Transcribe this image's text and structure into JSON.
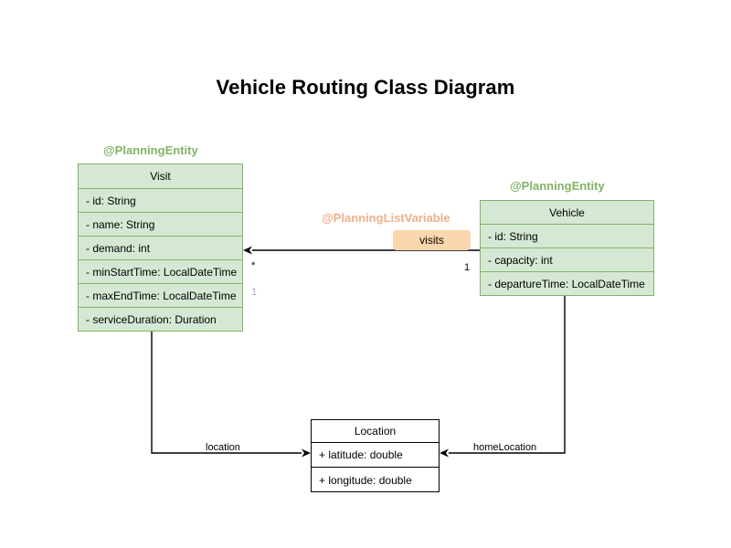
{
  "diagram": {
    "title": "Vehicle Routing Class Diagram",
    "colors": {
      "entity_fill": "#d5e8d4",
      "entity_border": "#82b366",
      "annotation_green": "#82b366",
      "annotation_orange": "#f0b08a",
      "badge_fill": "#fad7ac",
      "plain_fill": "#ffffff",
      "plain_border": "#000000",
      "line": "#000000",
      "muted_multiplicity": "#b9a7d6"
    }
  },
  "classes": {
    "visit": {
      "stereotype": "@PlanningEntity",
      "name": "Visit",
      "attributes": [
        "- id: String",
        "- name: String",
        "- demand: int",
        "- minStartTime: LocalDateTime",
        "- maxEndTime: LocalDateTime",
        "- serviceDuration: Duration"
      ]
    },
    "vehicle": {
      "stereotype": "@PlanningEntity",
      "name": "Vehicle",
      "attributes": [
        "- id: String",
        "- capacity: int",
        "- departureTime: LocalDateTime"
      ]
    },
    "location": {
      "name": "Location",
      "attributes": [
        "+ latitude: double",
        "+ longitude: double"
      ]
    }
  },
  "annotations": {
    "planning_list_variable": "@PlanningListVariable"
  },
  "relationships": {
    "visits": {
      "badge_label": "visits",
      "source_multiplicity": "1",
      "target_multiplicity": "*",
      "target_multiplicity_secondary": "1"
    },
    "visit_location": {
      "label": "location"
    },
    "vehicle_home_location": {
      "label": "homeLocation"
    }
  }
}
